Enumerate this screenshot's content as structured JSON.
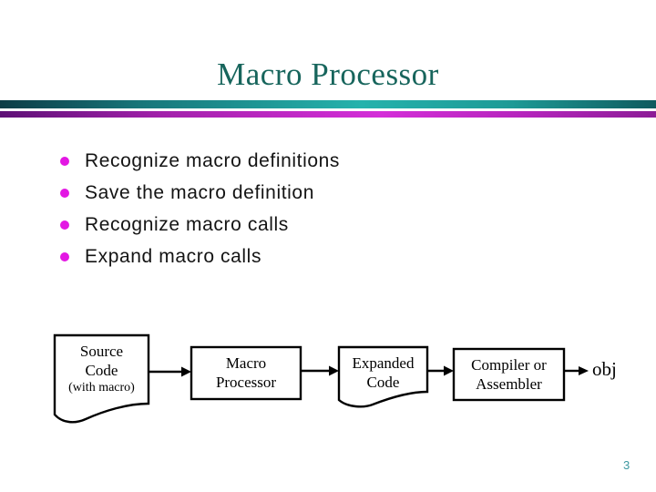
{
  "slide": {
    "title": "Macro Processor",
    "page_number": "3"
  },
  "bullets": {
    "items": [
      "Recognize macro definitions",
      "Save the macro definition",
      "Recognize macro calls",
      "Expand macro calls"
    ]
  },
  "diagram": {
    "nodes": [
      {
        "id": "source-code",
        "type": "document",
        "line1": "Source",
        "line2": "Code",
        "sub": "(with macro)"
      },
      {
        "id": "macro-processor",
        "type": "process",
        "line1": "Macro",
        "line2": "Processor"
      },
      {
        "id": "expanded-code",
        "type": "document",
        "line1": "Expanded",
        "line2": "Code"
      },
      {
        "id": "compiler-assembler",
        "type": "process",
        "line1": "Compiler or",
        "line2": "Assembler"
      },
      {
        "id": "obj-output",
        "type": "text",
        "line1": "obj"
      }
    ],
    "flow": "Source Code -> Macro Processor -> Expanded Code -> Compiler or Assembler -> obj"
  },
  "colors": {
    "title_color": "#17655c",
    "rule_teal": "#25b2ac",
    "rule_magenta": "#d42ed8",
    "bullet_dot": "#e317e3",
    "page_number_color": "#3d98a0",
    "diagram_stroke": "#000000",
    "background": "#ffffff"
  }
}
